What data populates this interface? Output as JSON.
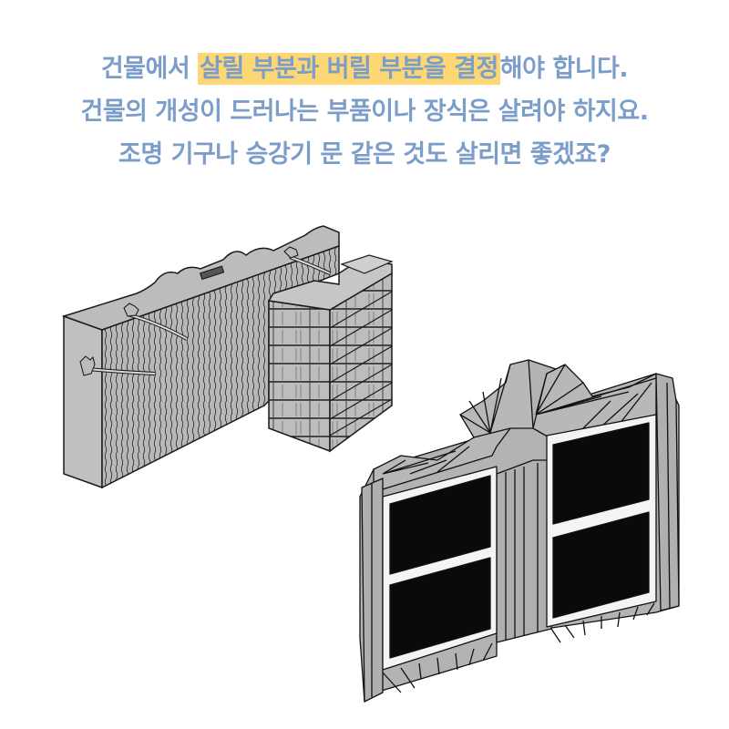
{
  "caption": {
    "line1": {
      "before": "건물에서 ",
      "highlight": "살릴 부분과 버릴 부분을 결정",
      "after": "해야 합니다."
    },
    "line2": "건물의 개성이 드러나는 부품이나 장식은 살려야 하지요.",
    "line3": "조명 기구나 승강기 문 같은 것도 살리면 좋겠죠?"
  },
  "colors": {
    "text": "#7b9dca",
    "highlight": "#fcd774",
    "illustration_fill": "#b5b5b5",
    "illustration_line": "#1a1a1a",
    "window_glass": "#0a0a0a"
  },
  "illustrations": [
    {
      "id": "wall-and-bricks",
      "description": "Cut-away masonry wall with stucco face, protruding pipes, and brick stack on right"
    },
    {
      "id": "ornate-windows",
      "description": "Art-deco facade section with two double-hung windows and fan-shaped crown ornaments"
    }
  ]
}
